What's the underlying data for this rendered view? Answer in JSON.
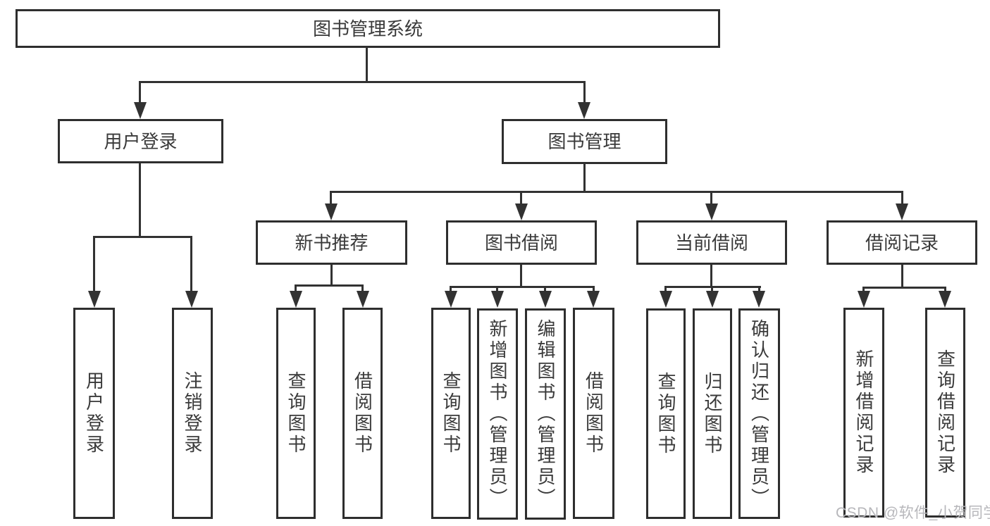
{
  "diagram": {
    "root": {
      "label": "图书管理系统"
    },
    "login": {
      "label": "用户登录",
      "children": [
        {
          "label": "用户登录"
        },
        {
          "label": "注销登录"
        }
      ]
    },
    "management": {
      "label": "图书管理",
      "sections": [
        {
          "label": "新书推荐",
          "children": [
            {
              "label": "查询图书"
            },
            {
              "label": "借阅图书"
            }
          ]
        },
        {
          "label": "图书借阅",
          "children": [
            {
              "label": "查询图书"
            },
            {
              "label": "新增图书（管理员）"
            },
            {
              "label": "编辑图书（管理员）"
            },
            {
              "label": "借阅图书"
            }
          ]
        },
        {
          "label": "当前借阅",
          "children": [
            {
              "label": "查询图书"
            },
            {
              "label": "归还图书"
            },
            {
              "label": "确认归还（管理员）"
            }
          ]
        },
        {
          "label": "借阅记录",
          "children": [
            {
              "label": "新增借阅记录"
            },
            {
              "label": "查询借阅记录"
            }
          ]
        }
      ]
    }
  },
  "watermark": {
    "text": "CSDN @软件_小贺同学"
  },
  "colors": {
    "line": "#323232",
    "border": "#2e2e2e",
    "text": "#3a3a3a",
    "background": "#ffffff",
    "watermark": "#b7b7bb"
  }
}
